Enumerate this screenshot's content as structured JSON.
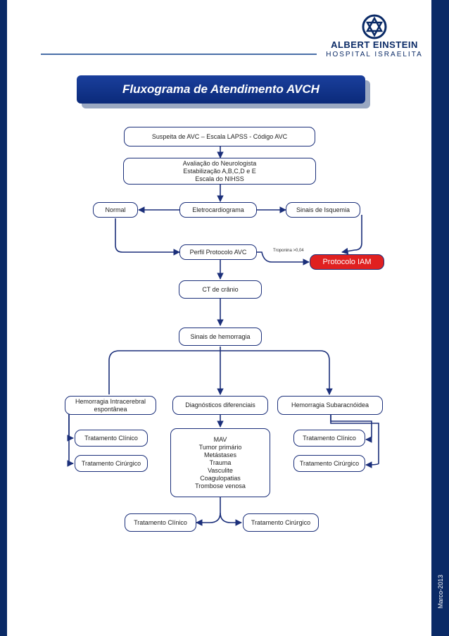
{
  "title": "Fluxograma de Atendimento AVCH",
  "logo": {
    "line1": "ALBERT EINSTEIN",
    "line2": "HOSPITAL ISRAELITA"
  },
  "date_label": "Marco-2013",
  "colors": {
    "navy": "#0a2a66",
    "box_border": "#1b2f7a",
    "alert_red": "#e02020"
  },
  "nodes": {
    "suspeita": "Suspeita de AVC  – Escala LAPSS - Código AVC",
    "avaliacao": [
      "Avaliação do Neurologista",
      "Estabilização A,B,C,D e E",
      "Escala do NIHSS"
    ],
    "normal": "Normal",
    "ecg": "Eletrocardiograma",
    "isquemia": "Sinais de Isquemia",
    "perfil": "Perfil Protocolo AVC",
    "protocolo_iam": "Protocolo IAM",
    "ct": "CT de crânio",
    "hemorragia": "Sinais de hemorragia",
    "hic": [
      "Hemorragia Intracerebral",
      "espontânea"
    ],
    "diag": "Diagnósticos diferenciais",
    "hsa": "Hemorragia Subaracnóidea",
    "trat_clinico_left": "Tratamento Clínico",
    "trat_cirurgico_left": "Tratamento Cirúrgico",
    "mav_list": [
      "MAV",
      "Tumor primário",
      "Metástases",
      "Trauma",
      "Vasculite",
      "Coagulopatias",
      "Trombose venosa"
    ],
    "trat_clinico_right": "Tratamento Clínico",
    "trat_cirurgico_right": "Tratamento Cirúrgico",
    "trat_clinico_bottom": "Tratamento Clínico",
    "trat_cirurgico_bottom": "Tratamento Cirúrgico"
  },
  "edge_labels": {
    "troponina": "Troponina >0,04"
  }
}
